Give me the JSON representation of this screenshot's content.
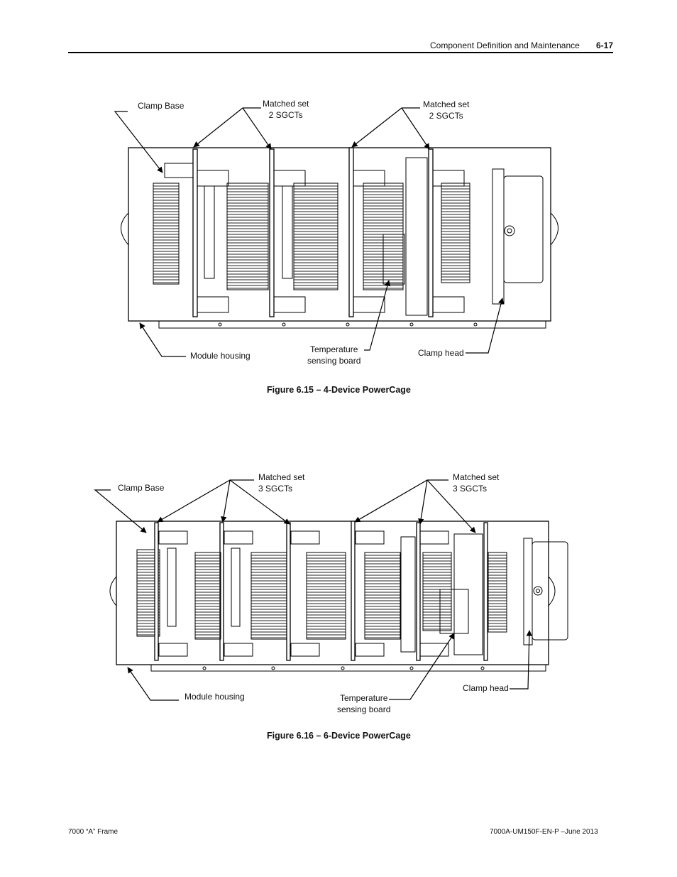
{
  "header": {
    "section": "Component Definition and Maintenance",
    "page": "6-17"
  },
  "figure1": {
    "caption": "Figure 6.15 – 4-Device PowerCage",
    "labels": {
      "clamp_base": "Clamp Base",
      "matched_set_a": [
        "Matched set",
        "2 SGCTs"
      ],
      "matched_set_b": [
        "Matched set",
        "2 SGCTs"
      ],
      "module_housing": "Module housing",
      "temp_board": [
        "Temperature",
        "sensing board"
      ],
      "clamp_head": "Clamp head"
    }
  },
  "figure2": {
    "caption": "Figure 6.16 – 6-Device PowerCage",
    "labels": {
      "clamp_base": "Clamp Base",
      "matched_set_a": [
        "Matched set",
        "3 SGCTs"
      ],
      "matched_set_b": [
        "Matched set",
        "3 SGCTs"
      ],
      "module_housing": "Module housing",
      "temp_board": [
        "Temperature",
        "sensing board"
      ],
      "clamp_head": "Clamp head"
    }
  },
  "footer": {
    "left": "7000 “A” Frame",
    "right": "7000A-UM150F-EN-P –June 2013"
  }
}
